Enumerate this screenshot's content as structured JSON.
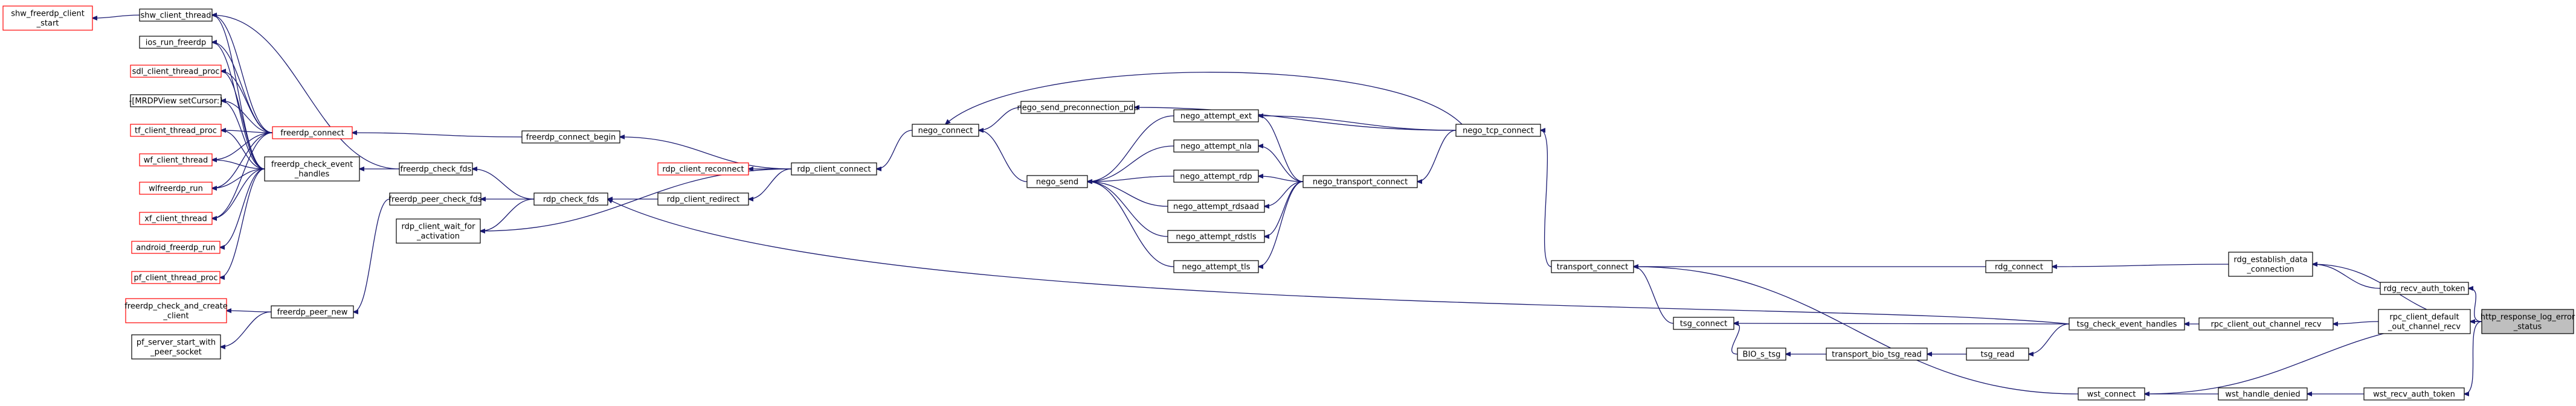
{
  "graph": {
    "nodes": {
      "n_shw_start": {
        "lines": [
          "shw_freerdp_client",
          "_start"
        ]
      },
      "n_shw_thread": {
        "lines": [
          "shw_client_thread"
        ]
      },
      "n_ios": {
        "lines": [
          "ios_run_freerdp"
        ]
      },
      "n_sdl": {
        "lines": [
          "sdl_client_thread_proc"
        ]
      },
      "n_mrdp": {
        "lines": [
          "-[MRDPView setCursor:]"
        ]
      },
      "n_tf": {
        "lines": [
          "tf_client_thread_proc"
        ]
      },
      "n_wf": {
        "lines": [
          "wf_client_thread"
        ]
      },
      "n_wlf": {
        "lines": [
          "wlfreerdp_run"
        ]
      },
      "n_xf": {
        "lines": [
          "xf_client_thread"
        ]
      },
      "n_android": {
        "lines": [
          "android_freerdp_run"
        ]
      },
      "n_pf_thread": {
        "lines": [
          "pf_client_thread_proc"
        ]
      },
      "n_check_create": {
        "lines": [
          "freerdp_check_and_create",
          "_client"
        ]
      },
      "n_pf_server": {
        "lines": [
          "pf_server_start_with",
          "_peer_socket"
        ]
      },
      "n_freerdp_connect": {
        "lines": [
          "freerdp_connect"
        ]
      },
      "n_check_event": {
        "lines": [
          "freerdp_check_event",
          "_handles"
        ]
      },
      "n_peer_new": {
        "lines": [
          "freerdp_peer_new"
        ]
      },
      "n_check_fds": {
        "lines": [
          "freerdp_check_fds"
        ]
      },
      "n_peer_check": {
        "lines": [
          "freerdp_peer_check_fds"
        ]
      },
      "n_wait_act": {
        "lines": [
          "rdp_client_wait_for",
          "_activation"
        ]
      },
      "n_connect_begin": {
        "lines": [
          "freerdp_connect_begin"
        ]
      },
      "n_rdp_check": {
        "lines": [
          "rdp_check_fds"
        ]
      },
      "n_reconnect": {
        "lines": [
          "rdp_client_reconnect"
        ]
      },
      "n_redirect": {
        "lines": [
          "rdp_client_redirect"
        ]
      },
      "n_rdp_connect": {
        "lines": [
          "rdp_client_connect"
        ]
      },
      "n_nego_connect": {
        "lines": [
          "nego_connect"
        ]
      },
      "n_nego_send": {
        "lines": [
          "nego_send"
        ]
      },
      "n_nego_pcpdu": {
        "lines": [
          "nego_send_preconnection_pdu"
        ]
      },
      "n_att_ext": {
        "lines": [
          "nego_attempt_ext"
        ]
      },
      "n_att_nla": {
        "lines": [
          "nego_attempt_nla"
        ]
      },
      "n_att_rdp": {
        "lines": [
          "nego_attempt_rdp"
        ]
      },
      "n_att_rdsaad": {
        "lines": [
          "nego_attempt_rdsaad"
        ]
      },
      "n_att_rdstls": {
        "lines": [
          "nego_attempt_rdstls"
        ]
      },
      "n_att_tls": {
        "lines": [
          "nego_attempt_tls"
        ]
      },
      "n_tcp_connect": {
        "lines": [
          "nego_tcp_connect"
        ]
      },
      "n_transport_connect": {
        "lines": [
          "nego_transport_connect"
        ]
      },
      "n_transp_connect": {
        "lines": [
          "transport_connect"
        ]
      },
      "n_tsg_connect": {
        "lines": [
          "tsg_connect"
        ]
      },
      "n_bio": {
        "lines": [
          "BIO_s_tsg"
        ]
      },
      "n_transport_bio": {
        "lines": [
          "transport_bio_tsg_read"
        ]
      },
      "n_tsg_read": {
        "lines": [
          "tsg_read"
        ]
      },
      "n_wst_connect": {
        "lines": [
          "wst_connect"
        ]
      },
      "n_rdg_connect": {
        "lines": [
          "rdg_connect"
        ]
      },
      "n_tsg_check": {
        "lines": [
          "tsg_check_event_handles"
        ]
      },
      "n_wst_handle": {
        "lines": [
          "wst_handle_denied"
        ]
      },
      "n_rdg_establish": {
        "lines": [
          "rdg_establish_data",
          "_connection"
        ]
      },
      "n_rdg_recv": {
        "lines": [
          "rdg_recv_auth_token"
        ]
      },
      "n_rpc_client": {
        "lines": [
          "rpc_client_out_channel_recv"
        ]
      },
      "n_rpc_default": {
        "lines": [
          "rpc_client_default",
          "_out_channel_recv"
        ]
      },
      "n_wst_recv": {
        "lines": [
          "wst_recv_auth_token"
        ]
      },
      "n_http": {
        "lines": [
          "http_response_log_error",
          "_status"
        ]
      }
    }
  },
  "colors": {
    "edge": "#191970",
    "node_border": "#000000",
    "node_border_truncated": "#ff0000",
    "focus_fill": "#bfbfbf",
    "background": "#ffffff"
  }
}
